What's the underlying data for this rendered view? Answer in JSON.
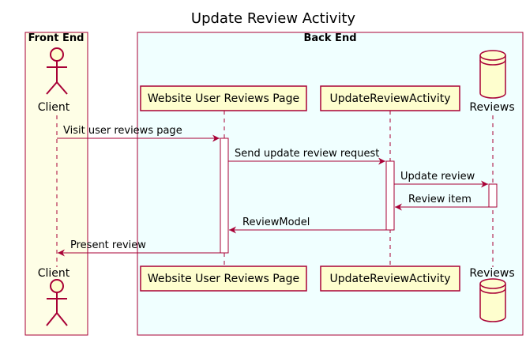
{
  "title": "Update Review Activity",
  "colors": {
    "frame": "#a80036",
    "front_end_fill": "#fefee6",
    "back_end_fill": "#f0ffff",
    "participant_fill": "#fefece",
    "lifeline": "#a80036"
  },
  "boxes": [
    {
      "id": "front-end",
      "label": "Front End"
    },
    {
      "id": "back-end",
      "label": "Back End"
    }
  ],
  "participants": [
    {
      "id": "client",
      "kind": "actor",
      "label": "Client"
    },
    {
      "id": "website",
      "kind": "participant",
      "label": "Website User Reviews Page"
    },
    {
      "id": "activity",
      "kind": "participant",
      "label": "UpdateReviewActivity"
    },
    {
      "id": "reviews",
      "kind": "database",
      "label": "Reviews"
    }
  ],
  "messages": [
    {
      "from": "client",
      "to": "website",
      "label": "Visit user reviews page",
      "type": "sync"
    },
    {
      "from": "website",
      "to": "activity",
      "label": "Send update review request",
      "type": "sync"
    },
    {
      "from": "activity",
      "to": "reviews",
      "label": "Update review",
      "type": "sync"
    },
    {
      "from": "reviews",
      "to": "activity",
      "label": "Review item",
      "type": "return"
    },
    {
      "from": "activity",
      "to": "website",
      "label": "ReviewModel",
      "type": "return"
    },
    {
      "from": "website",
      "to": "client",
      "label": "Present review",
      "type": "return"
    }
  ]
}
